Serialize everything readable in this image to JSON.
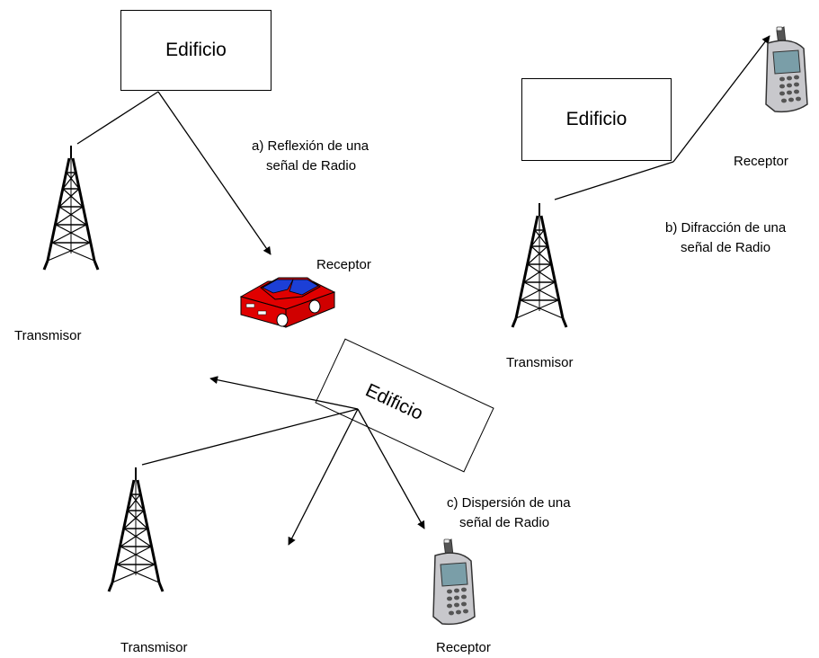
{
  "scenes": {
    "reflection": {
      "building": "Edificio",
      "caption_line1": "a) Reflexión de una",
      "caption_line2": "señal de Radio",
      "receiver": "Receptor",
      "transmitter": "Transmisor"
    },
    "diffraction": {
      "building": "Edificio",
      "caption_line1": "b) Difracción de una",
      "caption_line2": "señal de Radio",
      "receiver": "Receptor",
      "transmitter": "Transmisor"
    },
    "scattering": {
      "building": "Edificio",
      "caption_line1": "c) Dispersión de una",
      "caption_line2": "señal de Radio",
      "receiver": "Receptor",
      "transmitter": "Transmisor"
    }
  },
  "icons": {
    "tower": "radio-tower-icon",
    "car": "car-icon",
    "phone": "mobile-phone-icon"
  },
  "colors": {
    "car_body": "#e00000",
    "car_window": "#1c3fd6",
    "phone_body": "#c8c8cc",
    "phone_screen": "#7a9ea8"
  }
}
